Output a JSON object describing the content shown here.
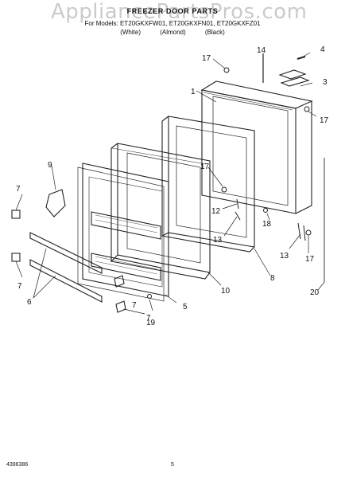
{
  "header": {
    "watermark": "AppliancePartsPros.com",
    "title": "FREEZER DOOR PARTS",
    "models_line": "For Models: ET20GKXFW01, ET20GKXFN01, ET20GKXFZ01",
    "finishes": [
      "(White)",
      "(Almond)",
      "(Black)"
    ]
  },
  "footer": {
    "part_code": "4396386",
    "page_number": "5"
  },
  "callouts": [
    "1",
    "3",
    "4",
    "5",
    "6",
    "7",
    "7",
    "7",
    "7",
    "8",
    "9",
    "10",
    "12",
    "13",
    "13",
    "14",
    "17",
    "17",
    "17",
    "17",
    "18",
    "19",
    "20"
  ]
}
